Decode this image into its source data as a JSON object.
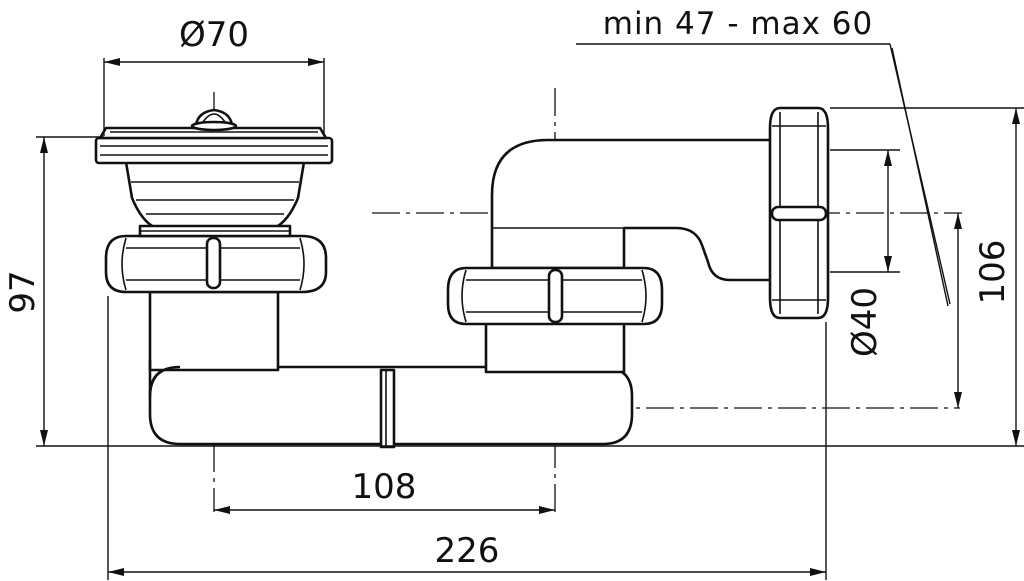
{
  "dimensions": {
    "outlet_diameter": "Ø70",
    "adjust_range": "min 47 - max 60",
    "height_left": "97",
    "height_right": "106",
    "outlet_pipe_diameter": "Ø40",
    "center_distance": "108",
    "overall_length": "226"
  }
}
